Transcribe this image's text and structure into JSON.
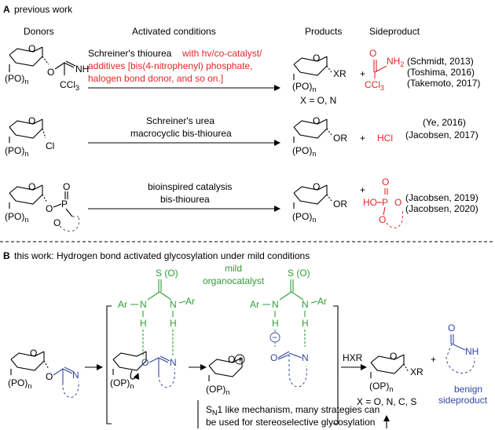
{
  "sectionA": {
    "letter": "A",
    "title": "previous work",
    "col_donors": "Donors",
    "col_conditions": "Activated conditions",
    "col_products": "Products",
    "col_sideproduct": "Sideproduct",
    "row1": {
      "cond_black": "Schreiner's thiourea",
      "cond_red_1": "with hv/co-catalyst/",
      "cond_red_2": "additives [bis(4-nitrophenyl) phosphate,",
      "cond_red_3": "halogen bond donor, and so on.]",
      "product_xr": "XR",
      "product_x": "X = O, N",
      "side_nh2": "NH",
      "side_nh2_sub": "2",
      "side_o": "O",
      "side_ccl3": "CCl",
      "side_ccl3_sub": "3",
      "refs": [
        "(Schmidt, 2013)",
        "(Toshima, 2016)",
        "(Takemoto, 2017)"
      ],
      "donor_nh": "NH",
      "donor_o": "O",
      "donor_ccl3": "CCl",
      "donor_ccl3_sub": "3"
    },
    "row2": {
      "cond_1": "Schreiner's urea",
      "cond_2": "macrocyclic bis-thiourea",
      "product_or": "OR",
      "side": "HCl",
      "refs": [
        "(Ye, 2016)",
        "(Jacobsen, 2017)"
      ],
      "donor_cl": "Cl"
    },
    "row3": {
      "cond_1": "bioinspired catalysis",
      "cond_2": "bis-thiourea",
      "product_or": "OR",
      "side_ho": "HO",
      "side_p": "P",
      "side_o": "O",
      "refs": [
        "(Jacobsen, 2019)",
        "(Jacobsen, 2020)"
      ],
      "donor_p": "P",
      "donor_o": "O"
    },
    "plus": "+",
    "ring_o": "O",
    "po_n": "(PO)",
    "po_n_sub": "n"
  },
  "sectionB": {
    "letter": "B",
    "title": "this work: Hydrogen bond activated  glycosylation under mild conditions",
    "catalyst_1": "mild",
    "catalyst_2": "organocatalyst",
    "s_o": "S (O)",
    "ar": "Ar",
    "n": "N",
    "h": "H",
    "o": "O",
    "op_n": "(OP)",
    "op_n_sub": "n",
    "hxr": "HXR",
    "product_xr": "XR",
    "product_x": "X = O, N, C, S",
    "side_nh": "NH",
    "side_o": "O",
    "side_label_1": "benign",
    "side_label_2": "sideproduct",
    "plus": "+",
    "plus_charge": "+",
    "minus_charge": "−",
    "mechanism_1": "mechanism, many strategies can",
    "mechanism_sn": "S",
    "mechanism_sub": "N",
    "mechanism_rest": "1 like",
    "mechanism_2": "be used for stereoselective glycosylation"
  },
  "colors": {
    "red": "#e32626",
    "green": "#2e9e35",
    "blue": "#3346a6"
  }
}
